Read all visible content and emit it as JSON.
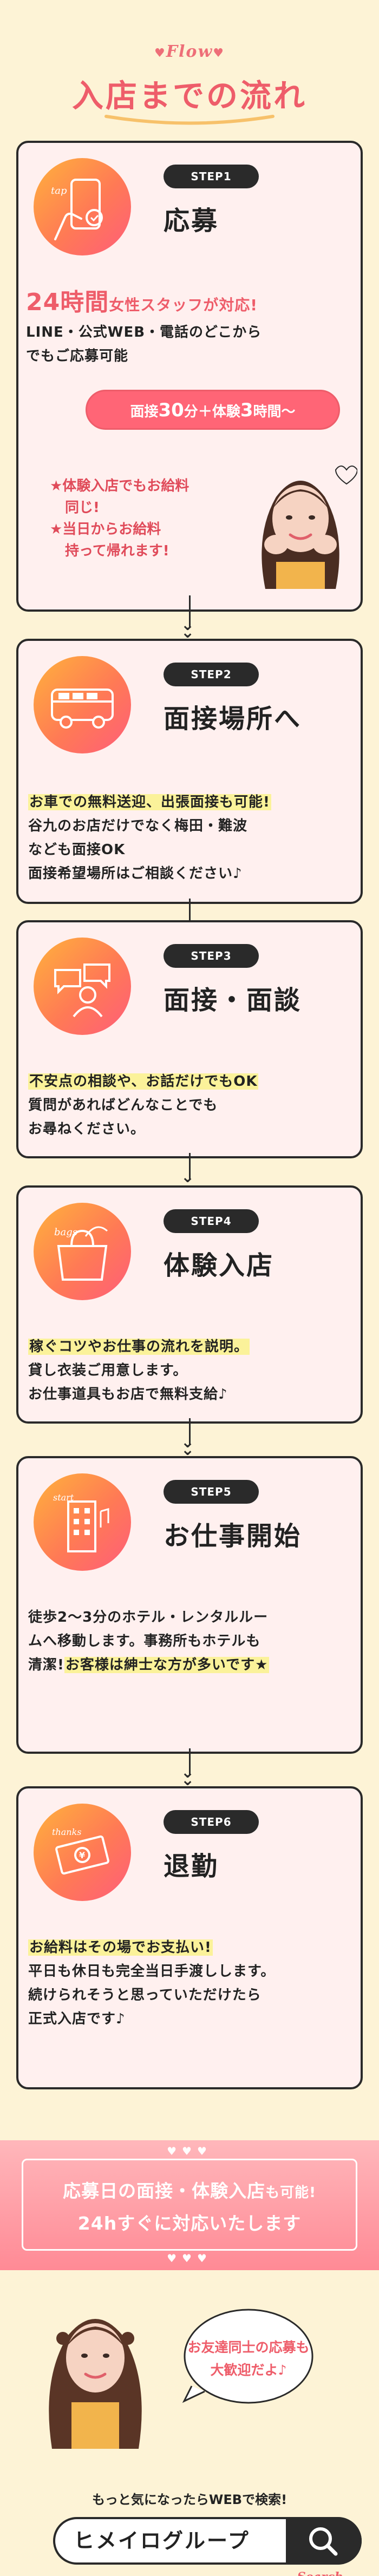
{
  "header": {
    "flow_label": "Flow",
    "title": "入店までの流れ"
  },
  "steps": [
    {
      "step": "STEP1",
      "title": "応募",
      "icon": "smartphone-tap-icon",
      "hours_big": "24時間",
      "hours_small": "女性スタッフが対応!",
      "desc": [
        "LINE・公式WEB・電話のどこから",
        "でもご応募可能"
      ],
      "interview": {
        "part1": "面接",
        "n1": "30",
        "u1": "分",
        "plus": "＋",
        "part2": "体験",
        "n2": "3",
        "u2": "時間〜"
      },
      "notes": [
        "★体験入店でもお給料",
        "同じ!",
        "★当日からお給料",
        "持って帰れます!"
      ]
    },
    {
      "step": "STEP2",
      "title": "面接場所へ",
      "icon": "bus-icon",
      "desc_highlight": "お車での無料送迎、出張面接も可能!",
      "desc": [
        "谷九のお店だけでなく梅田・難波",
        "なども面接OK",
        "面接希望場所はご相談ください♪"
      ]
    },
    {
      "step": "STEP3",
      "title": "面接・面談",
      "icon": "chat-person-icon",
      "desc_highlight": "不安点の相談や、お話だけでもOK",
      "desc": [
        "質問があればどんなことでも",
        "お尋ねください。"
      ]
    },
    {
      "step": "STEP4",
      "title": "体験入店",
      "icon": "bag-icon",
      "desc_highlight": "稼ぐコツやお仕事の流れを説明。",
      "desc": [
        "貸し衣装ご用意します。",
        "お仕事道具もお店で無料支給♪"
      ]
    },
    {
      "step": "STEP5",
      "title": "お仕事開始",
      "icon": "hotel-building-icon",
      "desc": [
        "徒歩2〜3分のホテル・レンタルルー",
        "ムへ移動します。事務所もホテルも"
      ],
      "desc_tail_plain": "清潔!",
      "desc_tail_highlight": "お客様は紳士な方が多いです★"
    },
    {
      "step": "STEP6",
      "title": "退勤",
      "icon": "money-icon",
      "desc_highlight": "お給料はその場でお支払い!",
      "desc": [
        "平日も休日も完全当日手渡しします。",
        "続けられそうと思っていただけたら",
        "正式入店です♪"
      ]
    }
  ],
  "banner": {
    "line1_main": "応募日の面接・体験入店",
    "line1_tail": "も可能!",
    "line2": "24hすぐに対応いたします"
  },
  "bottom": {
    "bubble_lines": [
      "お友達同士の応募も",
      "大歓迎だよ♪"
    ],
    "search_hint": "もっと気になったらWEBで検索!",
    "search_text": "ヒメイログループ",
    "search_label": "Search"
  },
  "colors": {
    "accent": "#ee5d6a",
    "background": "#fdf3d6",
    "card": "#fff0ef",
    "highlight": "#fbf29a"
  }
}
